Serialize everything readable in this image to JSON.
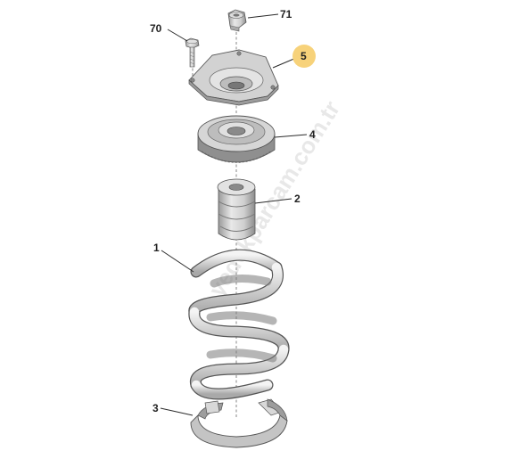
{
  "callouts": [
    {
      "id": "71",
      "label": "71",
      "highlighted": false
    },
    {
      "id": "70",
      "label": "70",
      "highlighted": false
    },
    {
      "id": "5",
      "label": "5",
      "highlighted": true
    },
    {
      "id": "4",
      "label": "4",
      "highlighted": false
    },
    {
      "id": "2",
      "label": "2",
      "highlighted": false
    },
    {
      "id": "1",
      "label": "1",
      "highlighted": false
    },
    {
      "id": "3",
      "label": "3",
      "highlighted": false
    }
  ],
  "watermark": "yedekparcam.com.tr",
  "colors": {
    "highlight": "#f7d27a",
    "part_light": "#e6e6e6",
    "part_mid": "#bdbdbd",
    "part_dark": "#8a8a8a",
    "outline": "#555555"
  }
}
